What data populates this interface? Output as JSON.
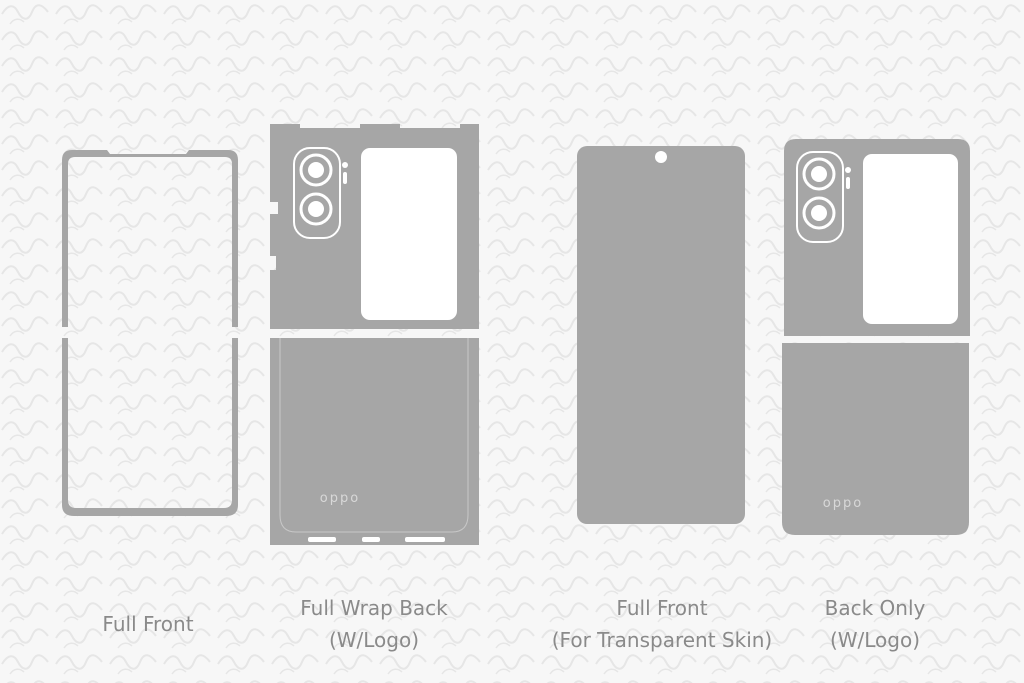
{
  "colors": {
    "background": "#f7f7f7",
    "pattern": "#e6e6e6",
    "cut_shape": "#a6a6a6",
    "cutout": "#ffffff",
    "label_text": "#8a8a8a"
  },
  "logo_text": "oppo",
  "labels": [
    {
      "line1": "Full Front",
      "line2": ""
    },
    {
      "line1": "Full Wrap Back",
      "line2": "(W/Logo)"
    },
    {
      "line1": "Full Front",
      "line2": "(For Transparent Skin)"
    },
    {
      "line1": "Back Only",
      "line2": "(W/Logo)"
    }
  ]
}
